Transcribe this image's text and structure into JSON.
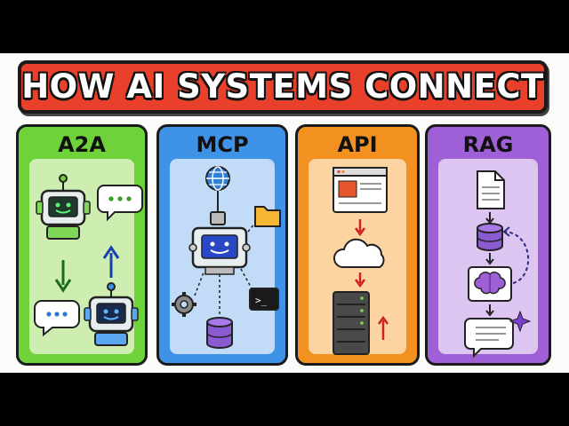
{
  "title": "HOW AI SYSTEMS CONNECT",
  "colors": {
    "banner": "#e8402a",
    "a2a": "#6fd23a",
    "mcp": "#3f93e6",
    "api": "#f2911f",
    "rag": "#9f5fd6"
  },
  "panels": [
    {
      "label": "A2A",
      "icons": [
        "robot-icon",
        "chat-bubble-icon",
        "down-arrow-icon",
        "up-arrow-icon",
        "robot-icon",
        "chat-bubble-icon"
      ]
    },
    {
      "label": "MCP",
      "icons": [
        "globe-icon",
        "folder-icon",
        "robot-hub-icon",
        "gear-icon",
        "terminal-icon",
        "database-icon"
      ]
    },
    {
      "label": "API",
      "icons": [
        "browser-window-icon",
        "cloud-icon",
        "server-icon",
        "down-arrow-icon",
        "up-arrow-icon"
      ]
    },
    {
      "label": "RAG",
      "icons": [
        "document-icon",
        "database-icon",
        "brain-icon",
        "chat-bubble-icon",
        "sparkle-icon"
      ]
    }
  ],
  "terminal_prompt": ">_"
}
